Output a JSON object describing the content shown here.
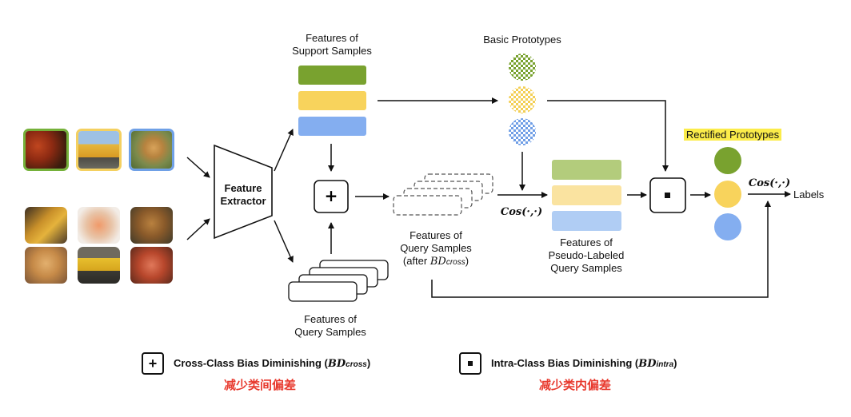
{
  "labels": {
    "support_features_line1": "Features of",
    "support_features_line2": "Support Samples",
    "basic_prototypes": "Basic Prototypes",
    "rectified_prototypes": "Rectified Prototypes",
    "feature_extractor_line1": "Feature",
    "feature_extractor_line2": "Extractor",
    "query_after_line1": "Features of",
    "query_after_line2": "Query Samples",
    "query_after_line3_prefix": "(after ",
    "query_after_bd": "BD",
    "query_after_sub": "cross",
    "query_after_suffix": ")",
    "pseudo_line1": "Features of",
    "pseudo_line2": "Pseudo-Labeled",
    "pseudo_line3": "Query Samples",
    "query_line1": "Features of",
    "query_line2": "Query Samples",
    "cos_mid": "Cos(·,·)",
    "cos_right": "Cos(·,·)",
    "labels_out": "Labels"
  },
  "legend": {
    "cross_symbol": "+",
    "cross_text": "Cross-Class Bias Diminishing (",
    "cross_bd": "BD",
    "cross_sub": "cross",
    "cross_close": ")",
    "cross_cn": "减少类间偏差",
    "intra_symbol": "·",
    "intra_text": "Intra-Class Bias Diminishing (",
    "intra_bd": "BD",
    "intra_sub": "intra",
    "intra_close": ")",
    "intra_cn": "减少类内偏差"
  },
  "operators": {
    "plus": "+",
    "dot": "·"
  },
  "colors": {
    "green": "#79a22f",
    "yellow": "#f8d35c",
    "blue": "#84aef0",
    "green_light": "#b3cc7c",
    "yellow_light": "#fae3a0",
    "blue_light": "#b0cdf4",
    "highlight": "#fbec4a",
    "chinese_text": "#e8392d"
  },
  "thumbnails": {
    "support": [
      "crab-image",
      "bus-image",
      "dog-image"
    ],
    "query": [
      "bus-image",
      "crab-image",
      "dog-image",
      "dog-image",
      "bus-image",
      "crab-image"
    ]
  }
}
